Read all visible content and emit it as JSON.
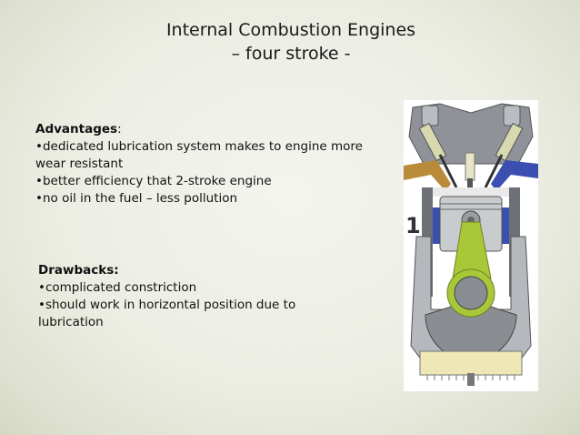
{
  "slide": {
    "title_line1": "Internal Combustion Engines",
    "title_line2": "– four stroke -"
  },
  "advantages": {
    "heading": "Advantages",
    "colon": ":",
    "items": [
      "•dedicated lubrication system makes to engine more wear resistant",
      "•better efficiency that 2-stroke engine",
      "•no oil in the fuel – less pollution"
    ]
  },
  "drawbacks": {
    "heading": "Drawbacks:",
    "items": [
      "•complicated constriction",
      "•should work in horizontal position due to lubrication"
    ]
  },
  "figure": {
    "stroke_number": "1",
    "colors": {
      "block": "#8f9399",
      "block_dark": "#6d7177",
      "intake": "#b98a3a",
      "exhaust": "#3b4fb0",
      "piston": "#c9cccf",
      "rod": "#a8c83a",
      "crank": "#8a8d92",
      "oil": "#efe7b6"
    }
  }
}
